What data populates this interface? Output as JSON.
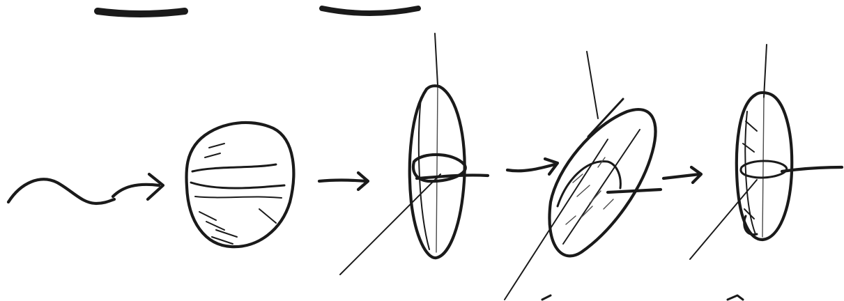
{
  "colors": {
    "background": "#ffffff",
    "ink": "#1a1a1a",
    "ink_light": "#4a4a4a"
  },
  "sketch": {
    "elements": [
      "wavy-input-line",
      "input-arrow",
      "spherical-drop",
      "arrow-1",
      "prolate-ellipsoid-vertical",
      "arrow-2",
      "tilted-ellipsoid",
      "arrow-3",
      "prolate-ellipsoid-rotated"
    ]
  }
}
